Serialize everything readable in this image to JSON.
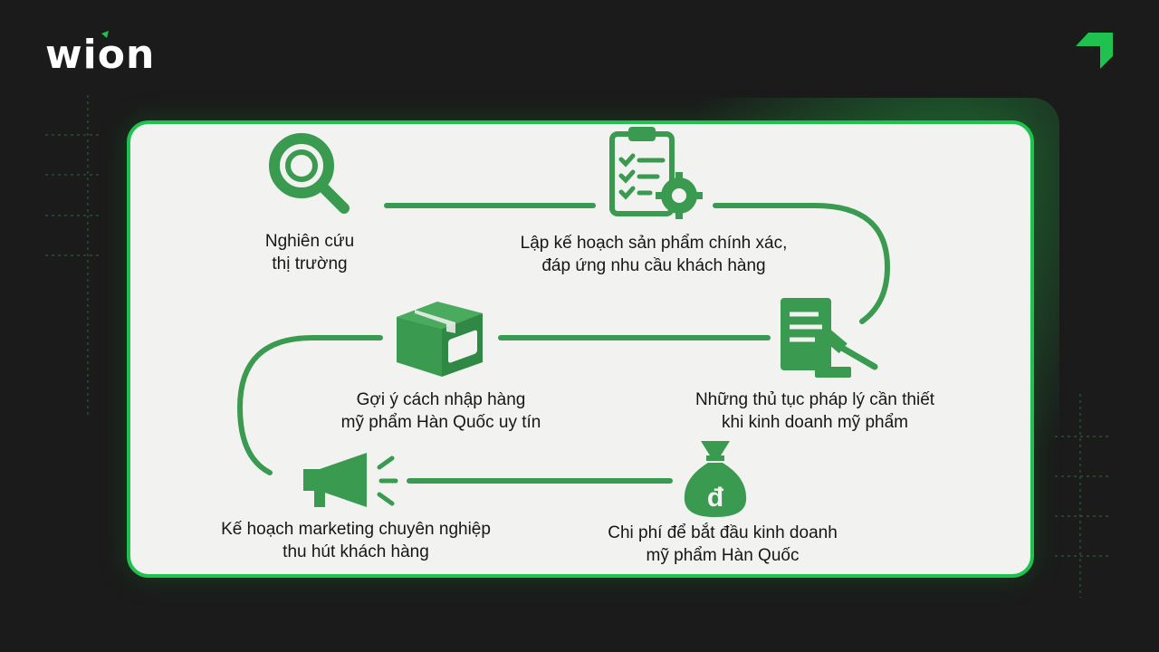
{
  "brand": {
    "name": "wion",
    "accent": "#1fc24f",
    "icon_color": "#3a9a50"
  },
  "steps": [
    {
      "icon": "search-icon",
      "line1": "Nghiên cứu",
      "line2": "thị trường"
    },
    {
      "icon": "clipboard-gear-icon",
      "line1": "Lập kế hoạch sản phẩm chính xác,",
      "line2": "đáp ứng nhu cầu khách hàng"
    },
    {
      "icon": "legal-document-gavel-icon",
      "line1": "Những thủ tục pháp lý cần thiết",
      "line2": "khi kinh doanh mỹ phẩm"
    },
    {
      "icon": "box-money-icon",
      "line1": "Gợi ý cách nhập hàng",
      "line2": "mỹ phẩm Hàn Quốc uy tín"
    },
    {
      "icon": "money-bag-icon",
      "line1": "Chi phí để bắt đầu kinh doanh",
      "line2": "mỹ phẩm Hàn Quốc",
      "symbol": "đ"
    },
    {
      "icon": "megaphone-icon",
      "line1": "Kế hoạch marketing chuyên nghiệp",
      "line2": "thu hút khách hàng"
    }
  ]
}
